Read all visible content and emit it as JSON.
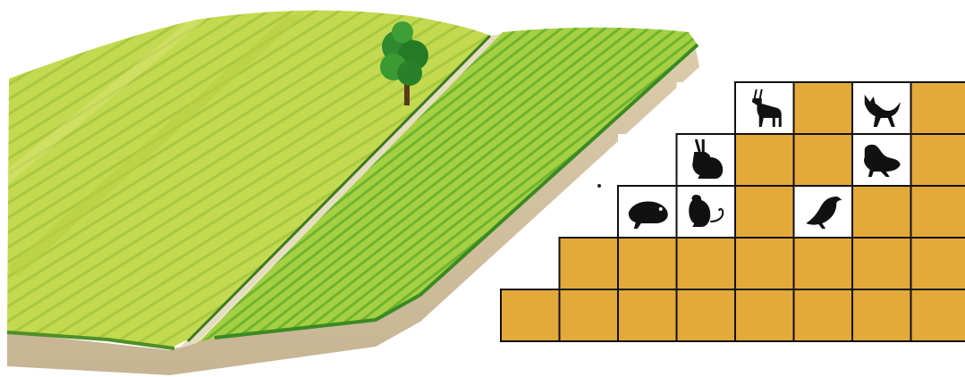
{
  "colors": {
    "background": "#ffffff",
    "field_left_light": "#c9dd5a",
    "field_left_dark": "#9fc03a",
    "field_right_light": "#b9dc4a",
    "field_right_dark": "#5aa82a",
    "soil": "#d9c8a8",
    "soil_shadow": "#bfae8c",
    "tree": "#2f8a2f",
    "cell_fill": "#e3a93a",
    "cell_empty": "#ffffff",
    "grid_line": "#111111",
    "silhouette": "#111111"
  },
  "grid": {
    "rows": [
      {
        "cells": [
          "empty",
          "antelope",
          "fill",
          "fox",
          "fill"
        ]
      },
      {
        "cells": [
          "empty",
          "hare",
          "fill",
          "fill",
          "weasel",
          "fill"
        ]
      },
      {
        "cells": [
          "mole",
          "mouse",
          "fill",
          "bird",
          "fill",
          "fill"
        ]
      },
      {
        "cells": [
          "fill",
          "fill",
          "fill",
          "fill",
          "fill",
          "fill",
          "fill"
        ]
      },
      {
        "cells": [
          "fill",
          "fill",
          "fill",
          "fill",
          "fill",
          "fill",
          "fill",
          "fill"
        ]
      }
    ]
  },
  "icons": [
    "antelope-icon",
    "fox-icon",
    "hare-icon",
    "weasel-icon",
    "mole-icon",
    "mouse-icon",
    "bird-icon"
  ]
}
